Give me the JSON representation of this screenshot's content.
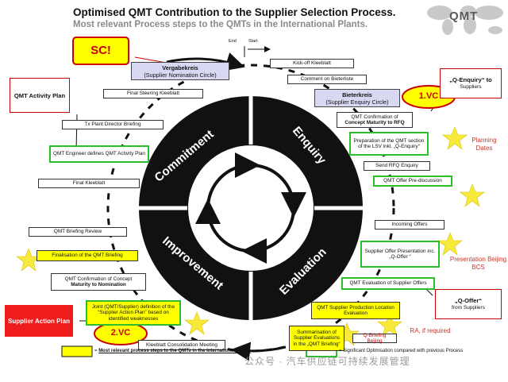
{
  "header": {
    "title": "Optimised QMT  Contribution to the Supplier Selection Process.",
    "subtitle": "Most relevant Process steps to the QMTs in the International Plants.",
    "logo": "QMT"
  },
  "ring": {
    "segments": [
      "Commitment",
      "Enquiry",
      "Evaluation",
      "Improvement"
    ]
  },
  "markers": {
    "end": "End",
    "start": "Start"
  },
  "steps": {
    "kickoff": "Kick-off Kleeblatt",
    "comment": "Comment on Bieterliste",
    "bieterkreis_line1": "Bieterkreis",
    "bieterkreis_line2": "(Supplier Enquiry Circle)",
    "qmt_confirm_rfq_l1": "QMT Confirmation of",
    "qmt_confirm_rfq_l2": "Concept Maturity to RFQ",
    "prep_qmt_section": "Preparation of the QMT section of the  LSV inkl. „Q-Enquiry“",
    "send_rfq": "Send RFQ Enquiry",
    "qmt_offer_prediscussion": "QMT Offer Pre-discussion",
    "incoming_offers": "Incoming Offers",
    "supplier_offer_presentation": "Supplier Offer Presentation inc. „Q-Offer “",
    "qmt_evaluation": "QMT Evaluation of Supplier Offers",
    "qmt_supplier_production": "QMT  Supplier Production Location Evaluation",
    "summarisation": "Summarisation of Supplier Evaluations in the „QMT Briefing“",
    "q_briefing_beijing": "Q-Briefing Beijing",
    "kleeblatt_consolidation": "Kleeblatt Consolidation Meeting",
    "joint_definition": "Joint (QMT/Supplier) definition of the “Supplier Action Plan” based on identified weaknesses",
    "qmt_confirm_nom_l1": "QMT Confirmation of Concept",
    "qmt_confirm_nom_l2": "Maturity to Nomination",
    "finalisation_briefing": "Finalisation of the QMT Briefing",
    "qmt_briefing_review": "QMT Briefing Review",
    "final_kleeblatt": "Final Kleeblatt",
    "qmt_engineer_defines": "QMT Engineer defines QMT Activity Plan",
    "tx_plant_director": "Tx Plant Director Briefing",
    "final_steering": "Final Steering Kleeblatt",
    "vergabekreis_line1": "Vergabekreis",
    "vergabekreis_line2": "(Supplier Nomination Circle)"
  },
  "callouts": {
    "sc": "SC!",
    "vc1": "1.VC",
    "vc2": "2.VC",
    "qmt_activity_plan": "QMT Activity Plan",
    "supplier_action_plan": "Supplier Action Plan",
    "q_enquiry_l1": "„Q-Enquiry“ to",
    "q_enquiry_l2": "Suppliers",
    "q_offer_l1": "„Q-Offer“",
    "q_offer_l2": "from  Suppliers",
    "planning_dates": "Planning Dates",
    "presentation_beijing": "Presentation Beijing BCS",
    "ra_required": "RA, if required"
  },
  "legend": {
    "yellow_text": "Most relevant process steps to the QMTs in the International Plants",
    "yellow_prefix": "=",
    "green_text": "Significant Optimisation compared with previous Process",
    "green_prefix": "="
  },
  "watermark": "公众号 · 汽车供应链可持续发展管理",
  "colors": {
    "green_border": "#2bbf2b",
    "yellow_fill": "#ffff00",
    "lavender_fill": "#d9d8f3",
    "red_callout": "#c00000",
    "star": "#f7ea3c"
  }
}
